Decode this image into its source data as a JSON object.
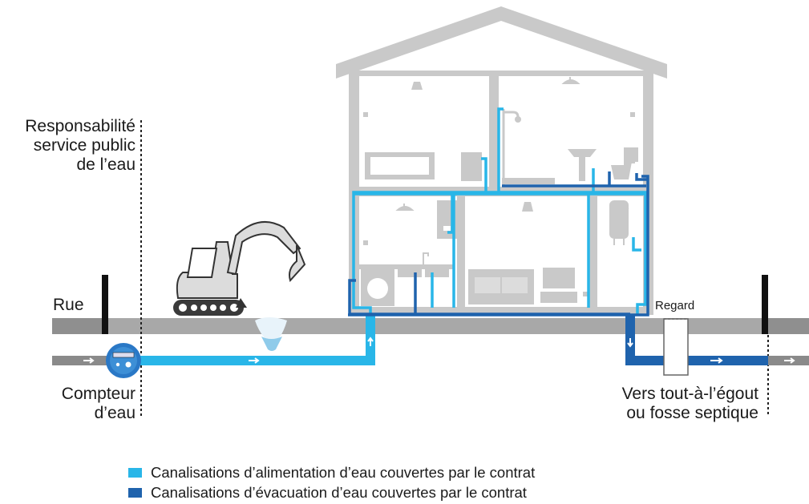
{
  "labels": {
    "responsibility": [
      "Responsabilité",
      "service public",
      "de l’eau"
    ],
    "street": "Rue",
    "meter": [
      "Compteur",
      "d’eau"
    ],
    "manhole": "Regard",
    "sewer": [
      "Vers tout-à-l’égout",
      "ou fosse septique"
    ]
  },
  "legend": [
    {
      "label": "Canalisations d’alimentation d’eau couvertes par le contrat",
      "color": "#29b6e8"
    },
    {
      "label": "Canalisations d’évacuation d’eau couvertes par le contrat",
      "color": "#1f63ad"
    }
  ],
  "colors": {
    "supply": "#29b6e8",
    "drain": "#1f63ad",
    "house": "#c9c9c9",
    "ground": "#a8a8a8",
    "street_pipe": "#8a8a8a"
  }
}
